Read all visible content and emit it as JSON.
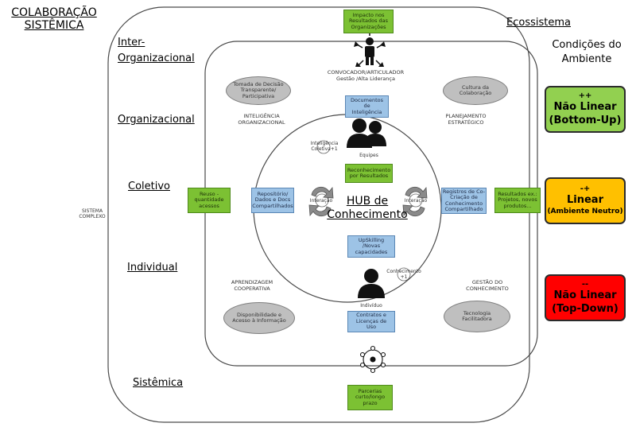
{
  "title_line1": "COLABORAÇÃO",
  "title_line2": "SISTÊMICA",
  "ecosystem_label": "Ecossistema",
  "conditions_title_line1": "Condições do",
  "conditions_title_line2": "Ambiente",
  "levels": {
    "inter_line1": "Inter-",
    "inter_line2": "Organizacional",
    "organizational": "Organizacional",
    "collective": "Coletivo",
    "individual": "Individual",
    "systemic": "Sistêmica"
  },
  "complex_system_line1": "SISTEMA",
  "complex_system_line2": "COMPLEXO",
  "hub_line1": "HUB de",
  "hub_line2": "Conhecimento",
  "top_impact": "Impacto nos Resultados das Organizações",
  "convener_line1": "CONVOCADOR/ARTICULADOR",
  "convener_line2": "Gestão /Alta Liderança",
  "ovals": {
    "decision": "Tomada de Decisão Transparente/ Participativa",
    "culture": "Cultura da Colaboração",
    "availability": "Disponibilidade e Acesso à Informação",
    "technology": "Tecnologia Facilitadora"
  },
  "quadrant_labels": {
    "intelligence": "INTELIGÊNCIA ORGANIZACIONAL",
    "planning": "PLANEJAMENTO ESTRATÉGICO",
    "learning": "APRENDIZAGEM COOPERATIVA",
    "knowledge_mgmt": "GESTÃO DO CONHECIMENTO"
  },
  "blue_boxes": {
    "intel_docs": "Documentos de Inteligência",
    "repository": "Repositório/ Dados e Docs Compartilhados",
    "cocreation": "Registros de Co-Criação de Conhecimento Compartilhado",
    "upskilling": "UpSkilling /Novas capacidades",
    "contracts": "Contratos e Licenças de Uso"
  },
  "green_boxes": {
    "recognition": "Reconhecimento por Resultados",
    "reuse": "Reuso - quantidade acessos",
    "results": "Resultados ex.: Projetos, novos produtos...",
    "partnerships": "Parcerias curto/longo prazo"
  },
  "collective_intel_line1": "Inteligência",
  "collective_intel_line2": "Coletiva+1",
  "teams_label": "Equipes",
  "individual_label": "Indivíduo",
  "knowledge_plus_line1": "Conhecimento",
  "knowledge_plus_line2": "+1",
  "interaction_left": "Interação",
  "interaction_right": "Interação",
  "conditions": [
    {
      "sign": "++",
      "line1": "Não Linear",
      "line2": "(Bottom-Up)",
      "color": "#92d050"
    },
    {
      "sign": "-+",
      "line1": "Linear",
      "line2": "(Ambiente Neutro)",
      "color": "#ffc000"
    },
    {
      "sign": "--",
      "line1": "Não Linear",
      "line2": "(Top-Down)",
      "color": "#ff0000"
    }
  ]
}
